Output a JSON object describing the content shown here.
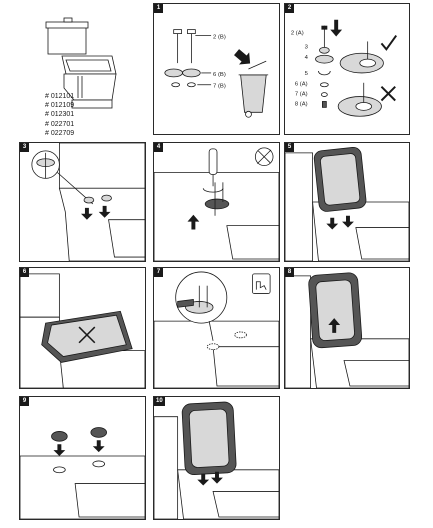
{
  "product_codes": [
    "# 012101",
    "# 012109",
    "# 012301",
    "# 022701",
    "# 022709"
  ],
  "steps": [
    {
      "number": "1",
      "labels": [
        "2 (B)",
        "6 (B)",
        "7 (B)"
      ]
    },
    {
      "number": "2",
      "labels": [
        "2 (A)",
        "3",
        "4",
        "5",
        "6 (A)",
        "7 (A)",
        "8 (A)"
      ]
    },
    {
      "number": "3"
    },
    {
      "number": "4"
    },
    {
      "number": "5"
    },
    {
      "number": "6"
    },
    {
      "number": "7"
    },
    {
      "number": "8"
    },
    {
      "number": "9"
    },
    {
      "number": "10"
    }
  ],
  "colors": {
    "line": "#1a1a1a",
    "seat_dark": "#555555",
    "fill_light": "#d8d8d8"
  },
  "icons": [
    "check-icon",
    "cross-icon",
    "no-screwdriver-icon",
    "hand-icon",
    "arrow-down-icon",
    "arrow-up-icon"
  ]
}
